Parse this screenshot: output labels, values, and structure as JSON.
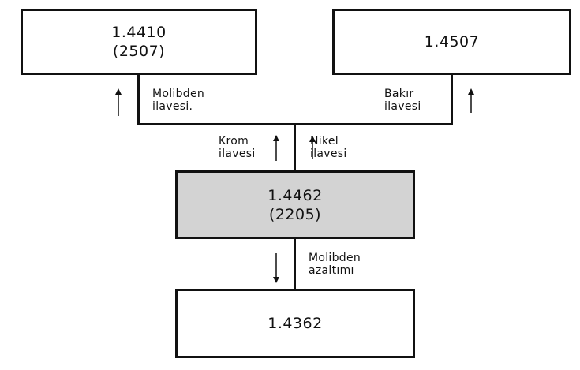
{
  "boxes": {
    "top_left": {
      "line1": "1.4410",
      "line2": "(2507)"
    },
    "top_right": {
      "line1": "1.4507"
    },
    "middle": {
      "line1": "1.4462",
      "line2": "(2205)"
    },
    "bottom": {
      "line1": "1.4362"
    }
  },
  "labels": {
    "molibden_ilavesi": {
      "line1": "Molibden",
      "line2": "ilavesi."
    },
    "bakir_ilavesi": {
      "line1": "Bakır",
      "line2": "ilavesi"
    },
    "krom_ilavesi": {
      "line1": "Krom",
      "line2": "ilavesi"
    },
    "nikel_ilavesi": {
      "line1": "Nikel",
      "line2": "ilavesi"
    },
    "molibden_azaltimi": {
      "line1": "Molibden",
      "line2": "azaltımı"
    }
  },
  "colors": {
    "line": "#111111",
    "highlight_box": "#d3d3d3"
  }
}
